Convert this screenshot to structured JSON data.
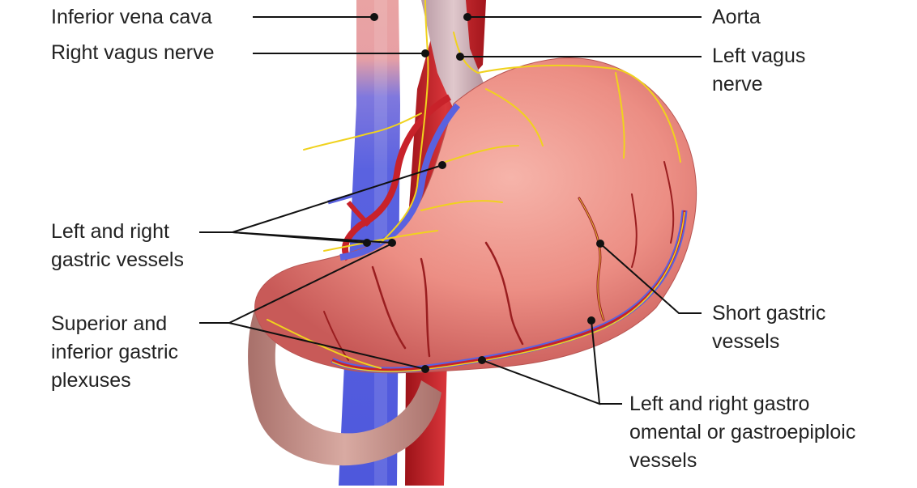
{
  "colors": {
    "vein": "#5a62e0",
    "artery": "#c8222a",
    "nerve": "#f0d21e",
    "stomach": "#ec8e84",
    "duodenum": "#c89a92",
    "leader": "#111111",
    "text": "#222222"
  },
  "labels": {
    "ivc": "Inferior vena cava",
    "right_vagus": "Right vagus nerve",
    "aorta": "Aorta",
    "left_vagus": [
      "Left vagus",
      "nerve"
    ],
    "gastric_vessels": [
      "Left and right",
      "gastric vessels"
    ],
    "plexuses": [
      "Superior and",
      "inferior gastric",
      "plexuses"
    ],
    "short_gastric": [
      "Short gastric",
      "vessels"
    ],
    "gastro_omental": [
      "Left and right gastro",
      "omental or gastroepiploic",
      "vessels"
    ]
  }
}
